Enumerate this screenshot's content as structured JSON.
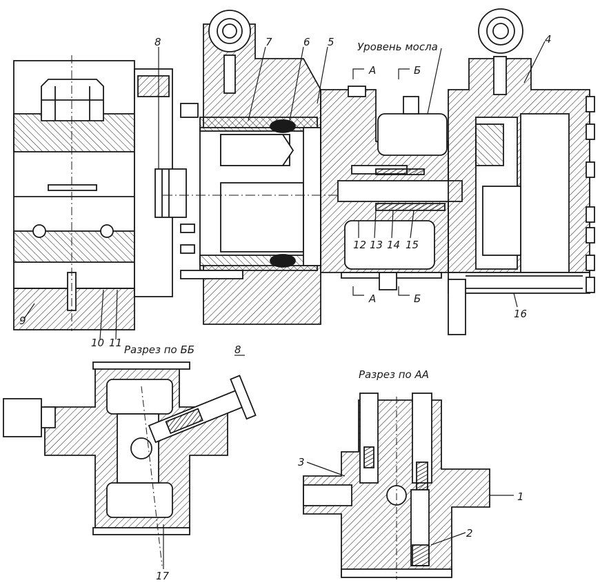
{
  "annotations": {
    "oil_level": "Уровень мосла",
    "section_bb": "Разрез по ББ",
    "section_aa": "Разрез по АА",
    "arrow_a": "А",
    "arrow_b": "Б"
  },
  "callouts": [
    "1",
    "2",
    "3",
    "4",
    "5",
    "6",
    "7",
    "8",
    "9",
    "10",
    "11",
    "12",
    "13",
    "14",
    "15",
    "16",
    "17"
  ],
  "colors": {
    "ink": "#1a1a1a",
    "paper": "#ffffff",
    "hatch": "#2a2a2a"
  }
}
